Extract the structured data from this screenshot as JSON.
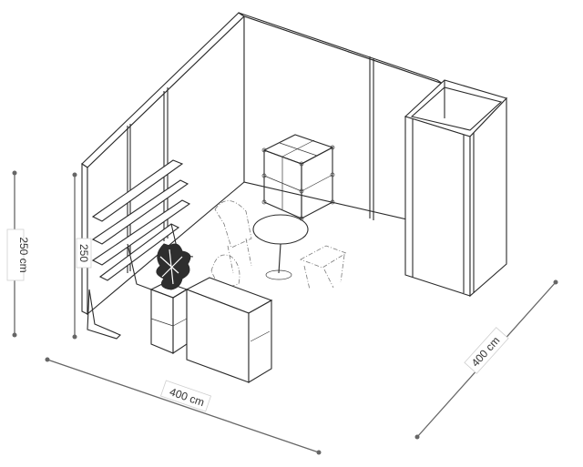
{
  "dimensions": {
    "height_label": "250 cm",
    "inner_height_label": "250",
    "width_label": "400 cm",
    "depth_label": "400 cm"
  },
  "colors": {
    "line": "#2b2b2b",
    "dimension": "#666666",
    "background": "#ffffff"
  }
}
